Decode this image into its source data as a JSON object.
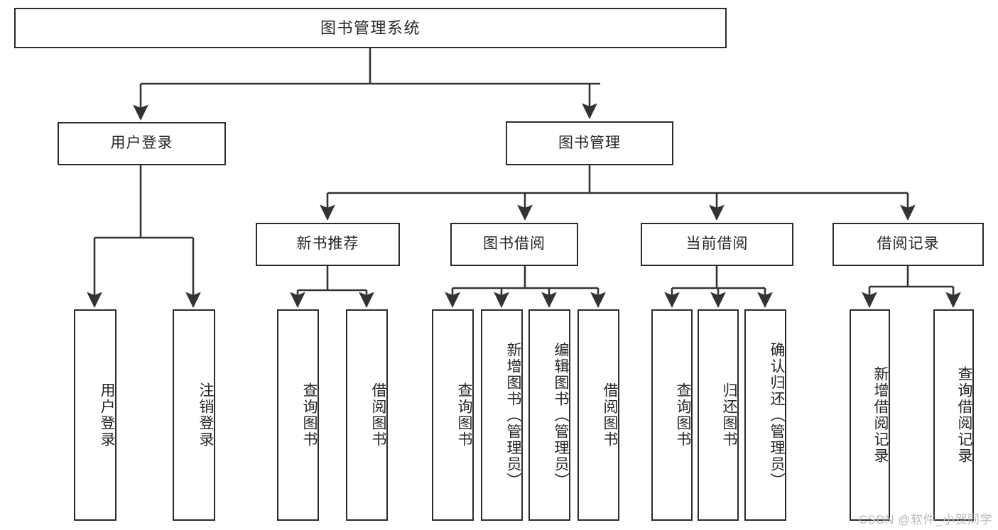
{
  "diagram": {
    "type": "tree",
    "title": "图书管理系统",
    "style": {
      "box_border": "#2b2b2b",
      "box_fill": "#ffffff",
      "line": "#333333",
      "text": "#262626",
      "background": "#ffffff"
    },
    "nodes": {
      "root": {
        "label": "图书管理系统"
      },
      "user_login": {
        "label": "用户登录"
      },
      "book_manage": {
        "label": "图书管理"
      },
      "new_book_rec": {
        "label": "新书推荐"
      },
      "book_borrow": {
        "label": "图书借阅"
      },
      "current_borrow": {
        "label": "当前借阅"
      },
      "borrow_record": {
        "label": "借阅记录"
      },
      "leaf_user_login": {
        "label": "用户登录"
      },
      "leaf_logout": {
        "label": "注销登录"
      },
      "leaf_query_book_1": {
        "label": "查询图书"
      },
      "leaf_borrow_book_1": {
        "label": "借阅图书"
      },
      "leaf_query_book_2": {
        "label": "查询图书"
      },
      "leaf_add_book": {
        "label": "新增图书（管理员）"
      },
      "leaf_edit_book": {
        "label": "编辑图书（管理员）"
      },
      "leaf_borrow_book_2": {
        "label": "借阅图书"
      },
      "leaf_query_book_3": {
        "label": "查询图书"
      },
      "leaf_return_book": {
        "label": "归还图书"
      },
      "leaf_confirm_return": {
        "label": "确认归还（管理员）"
      },
      "leaf_add_record": {
        "label": "新增借阅记录"
      },
      "leaf_query_record": {
        "label": "查询借阅记录"
      }
    },
    "edges": [
      {
        "from": "root",
        "to": "user_login"
      },
      {
        "from": "root",
        "to": "book_manage"
      },
      {
        "from": "user_login",
        "to": "leaf_user_login"
      },
      {
        "from": "user_login",
        "to": "leaf_logout"
      },
      {
        "from": "book_manage",
        "to": "new_book_rec"
      },
      {
        "from": "book_manage",
        "to": "book_borrow"
      },
      {
        "from": "book_manage",
        "to": "current_borrow"
      },
      {
        "from": "book_manage",
        "to": "borrow_record"
      },
      {
        "from": "new_book_rec",
        "to": "leaf_query_book_1"
      },
      {
        "from": "new_book_rec",
        "to": "leaf_borrow_book_1"
      },
      {
        "from": "book_borrow",
        "to": "leaf_query_book_2"
      },
      {
        "from": "book_borrow",
        "to": "leaf_add_book"
      },
      {
        "from": "book_borrow",
        "to": "leaf_edit_book"
      },
      {
        "from": "book_borrow",
        "to": "leaf_borrow_book_2"
      },
      {
        "from": "current_borrow",
        "to": "leaf_query_book_3"
      },
      {
        "from": "current_borrow",
        "to": "leaf_return_book"
      },
      {
        "from": "current_borrow",
        "to": "leaf_confirm_return"
      },
      {
        "from": "borrow_record",
        "to": "leaf_add_record"
      },
      {
        "from": "borrow_record",
        "to": "leaf_query_record"
      }
    ]
  },
  "watermark": {
    "text": "CSDN @软件_小贺同学"
  }
}
